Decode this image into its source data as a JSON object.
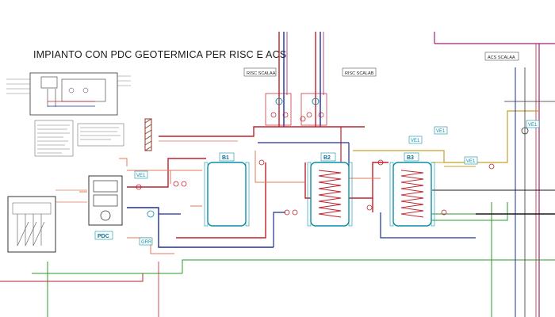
{
  "title": "IMPIANTO CON PDC GEOTERMICA PER RISC E ACS",
  "circuits": {
    "left": "RISC SCALAA",
    "right": "RISC SCALAB",
    "acs": "ACS SCALAA"
  },
  "tanks": [
    "B1",
    "B2",
    "B3"
  ],
  "heat_pump": "PDC",
  "valves": [
    "VE1",
    "VE1",
    "VE1",
    "VE1",
    "VE1"
  ],
  "ground": "GRR",
  "colors": {
    "supply": "#c0202a",
    "return": "#1e2f9a",
    "tank_outline": "#0a8fa8",
    "acs_line": "#c9a128",
    "ground_line": "#2a9a2a",
    "magenta": "#a0207a",
    "hatch": "#8a3a2a"
  }
}
